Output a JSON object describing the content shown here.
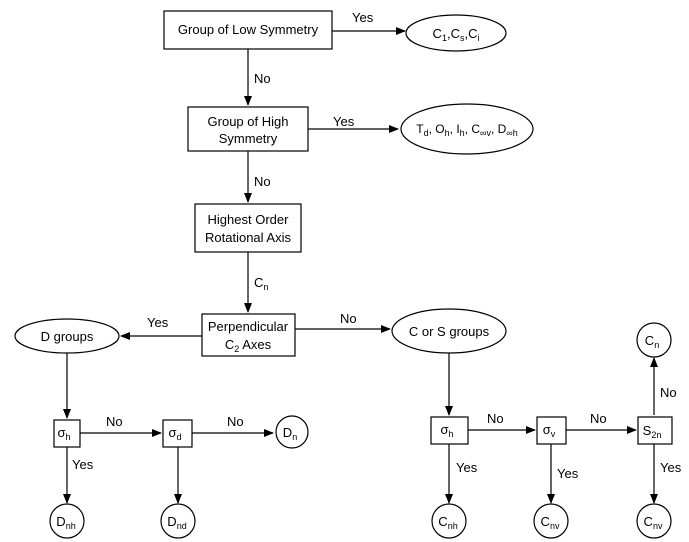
{
  "nodes": {
    "low_symmetry": {
      "line1": "Group of Low Symmetry"
    },
    "low_result": {
      "parts": [
        "C",
        "1",
        ",C",
        "s",
        ",C",
        "i"
      ]
    },
    "high_symmetry": {
      "line1": "Group of High",
      "line2": "Symmetry"
    },
    "high_result": {
      "parts": [
        "T",
        "d",
        ", O",
        "h",
        ", I",
        "h",
        ", C",
        "∞v",
        ", D",
        "∞h"
      ]
    },
    "highest_axis": {
      "line1": "Highest Order",
      "line2": "Rotational Axis"
    },
    "perp_c2": {
      "line1": "Perpendicular",
      "line2_main": "C",
      "line2_sub": "2",
      "line2_rest": " Axes"
    },
    "d_groups": {
      "label": "D groups"
    },
    "cs_groups": {
      "label": "C or S groups"
    },
    "sigma_h_left": {
      "main": "σ",
      "sub": "h"
    },
    "sigma_d": {
      "main": "σ",
      "sub": "d"
    },
    "dn": {
      "main": "D",
      "sub": "n"
    },
    "dnh": {
      "main": "D",
      "sub": "nh"
    },
    "dnd": {
      "main": "D",
      "sub": "nd"
    },
    "sigma_h_right": {
      "main": "σ",
      "sub": "h"
    },
    "sigma_v": {
      "main": "σ",
      "sub": "v"
    },
    "s2n": {
      "main": "S",
      "sub": "2n"
    },
    "cn_top": {
      "main": "C",
      "sub": "n"
    },
    "cnh": {
      "main": "C",
      "sub": "nh"
    },
    "cnv_mid": {
      "main": "C",
      "sub": "nv"
    },
    "cnv_right": {
      "main": "C",
      "sub": "nv"
    }
  },
  "edge_labels": {
    "yes": "Yes",
    "no": "No",
    "cn_main": "C",
    "cn_sub": "n"
  }
}
